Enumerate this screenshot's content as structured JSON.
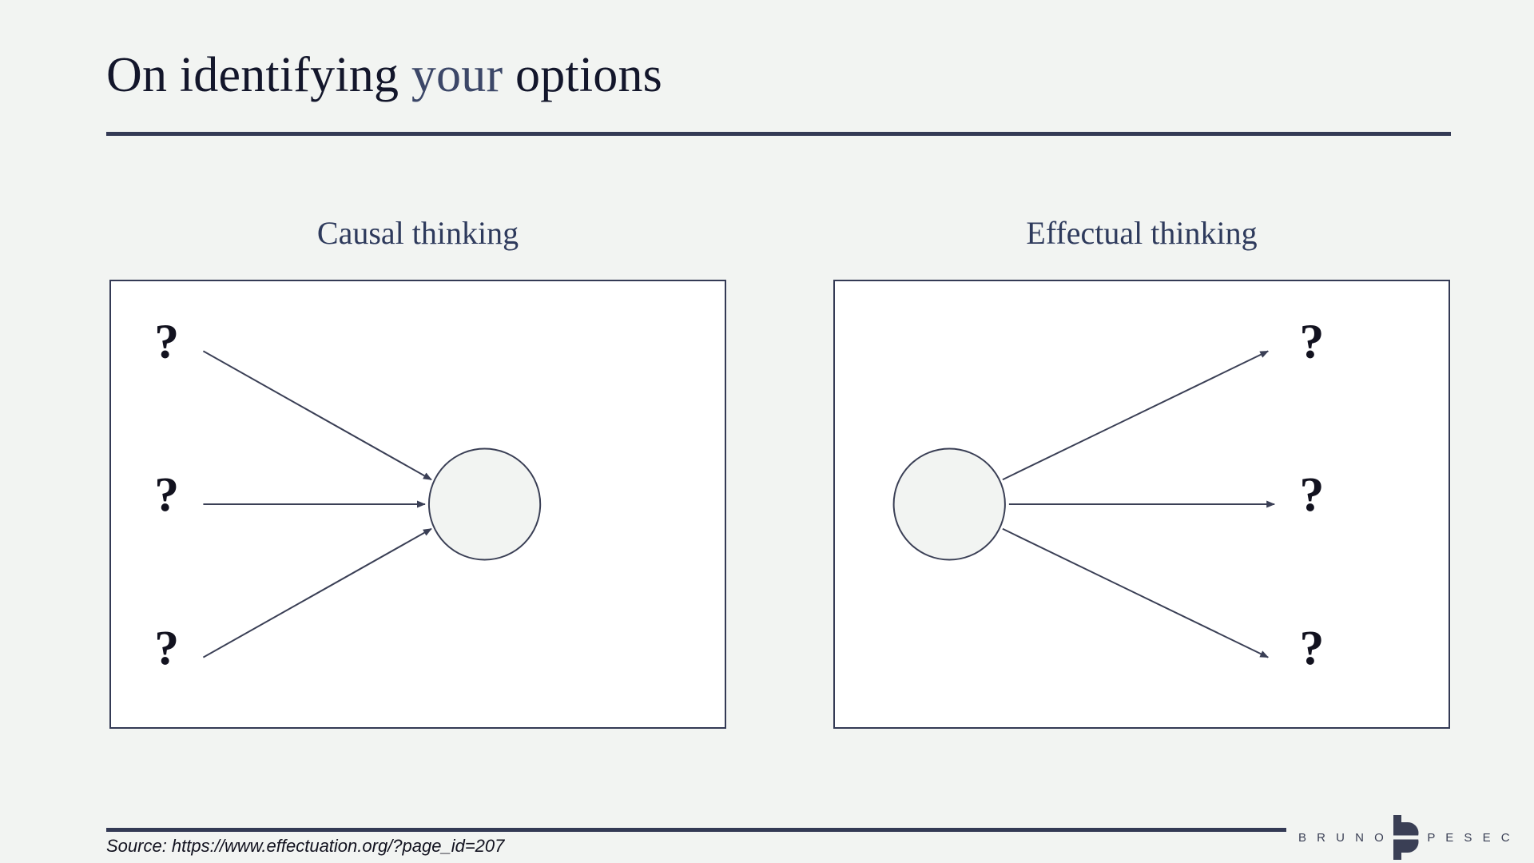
{
  "slide": {
    "title_parts": {
      "before": "On identifying ",
      "accent": "your",
      "after": " options"
    },
    "title_full": "On identifying your options",
    "accent_color": "#3c4768",
    "rule_color": "#343a55",
    "background_color": "#f2f4f2"
  },
  "panels": [
    {
      "heading": "Causal thinking",
      "direction": "converging",
      "hub_label": "",
      "node_labels": [
        "?",
        "?",
        "?"
      ]
    },
    {
      "heading": "Effectual thinking",
      "direction": "diverging",
      "hub_label": "",
      "node_labels": [
        "?",
        "?",
        "?"
      ]
    }
  ],
  "footer": {
    "source": "Source: https://www.effectuation.org/?page_id=207"
  },
  "logo": {
    "first_name": "B R U N O",
    "last_name": "P E S E C",
    "mark": "bp-monogram-icon",
    "color": "#3a3f55"
  }
}
